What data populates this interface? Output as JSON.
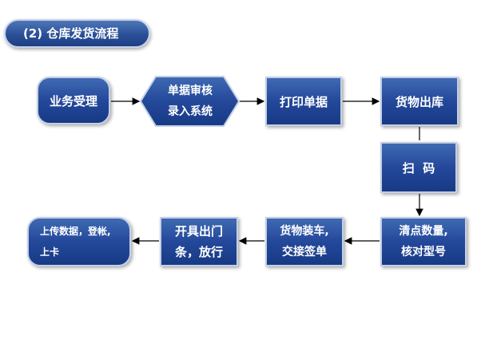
{
  "title": "(2) 仓库发货流程",
  "nodes": {
    "business_acceptance": "业务受理",
    "doc_review": {
      "line1": "单据审核",
      "line2": "录入系统"
    },
    "print_docs": "打印单据",
    "goods_out": "货物出库",
    "scan": "扫  码",
    "count": {
      "line1": "清点数量,",
      "line2": "核对型号"
    },
    "loading": {
      "line1": "货物装车,",
      "line2": "交接签单"
    },
    "exit_permit": {
      "line1": "开具出门",
      "line2": "条，放行"
    },
    "upload": {
      "line1": "上传数据，登帐,",
      "line2": "上卡"
    }
  },
  "colors": {
    "node_fill": "#24489a",
    "node_border": "#c3cfe6",
    "arrow": "#000000"
  }
}
